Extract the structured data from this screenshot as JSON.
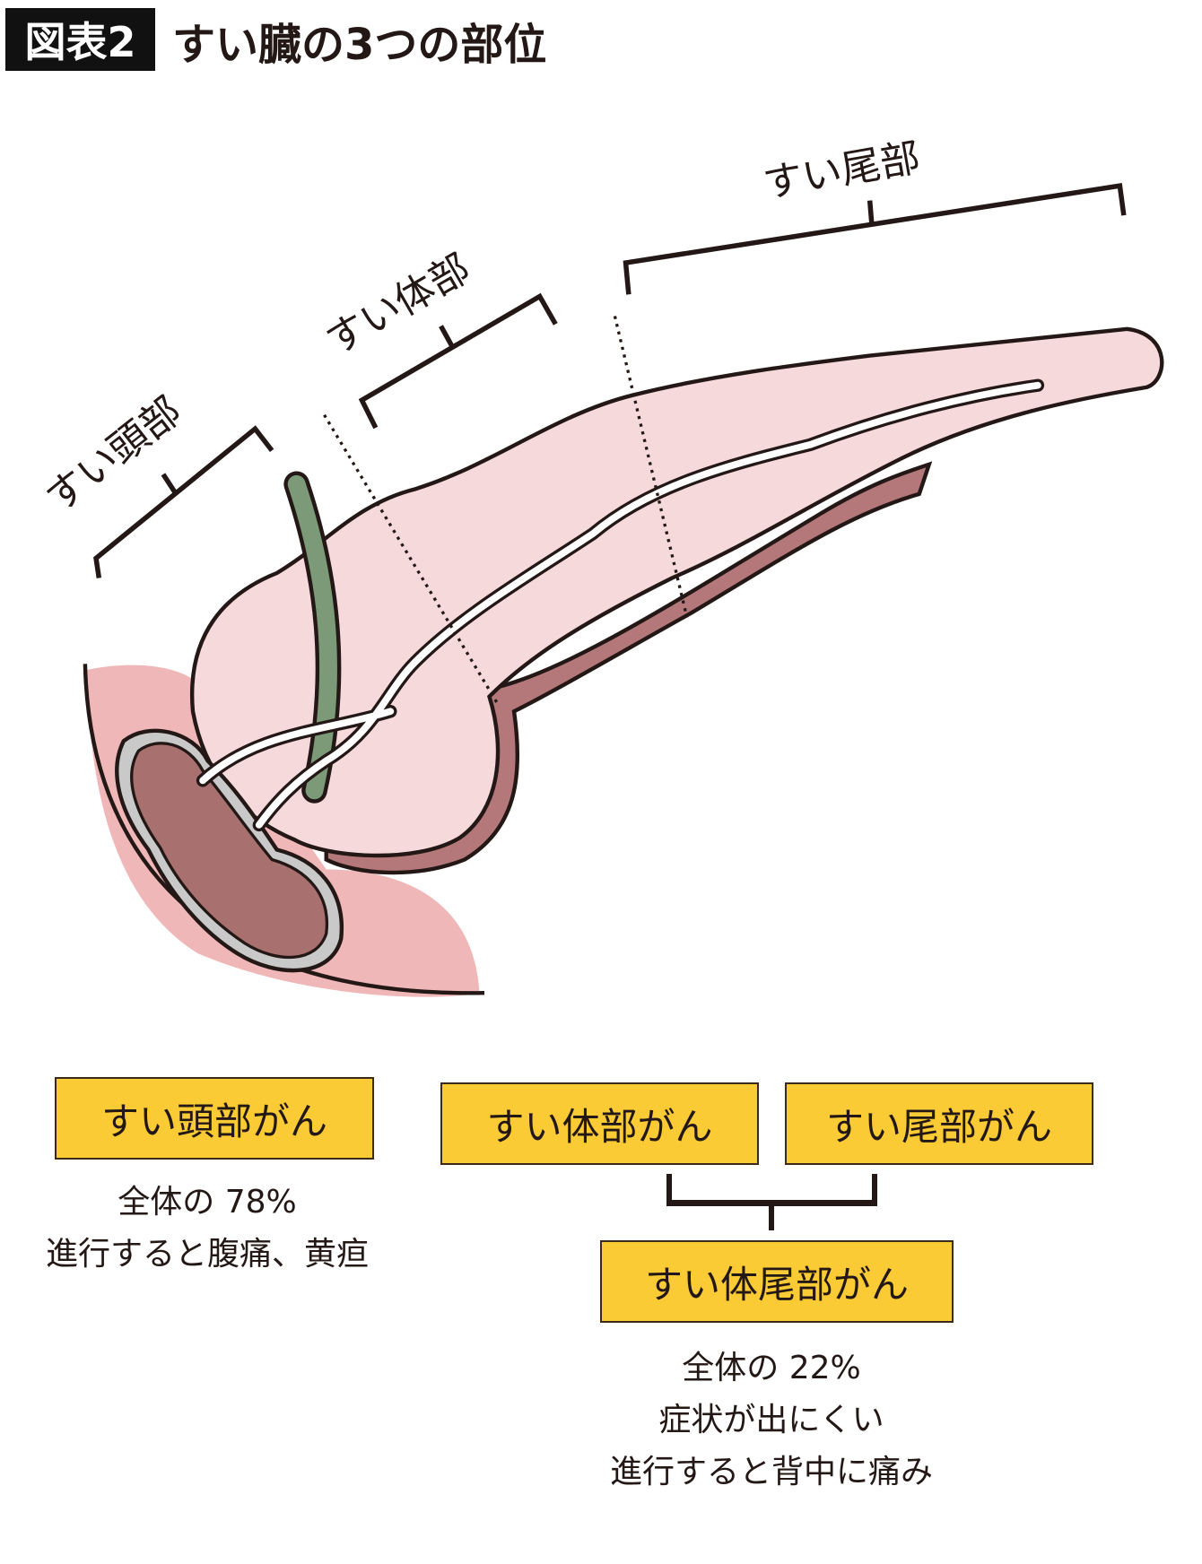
{
  "header": {
    "figure_label": "図表2",
    "title": "すい臓の3つの部位"
  },
  "regions": {
    "head": "すい頭部",
    "body": "すい体部",
    "tail": "すい尾部"
  },
  "cancer_types": {
    "head": {
      "label": "すい頭部がん",
      "share": "全体の 78%",
      "symptom": "進行すると腹痛、黄疸"
    },
    "body": {
      "label": "すい体部がん"
    },
    "tail": {
      "label": "すい尾部がん"
    },
    "body_tail": {
      "label": "すい体尾部がん",
      "share": "全体の 22%",
      "symptom1": "症状が出にくい",
      "symptom2": "進行すると背中に痛み"
    }
  },
  "colors": {
    "pancreas": "#f6d9da",
    "pancreas_under": "#b5787a",
    "duodenum": "#a8706f",
    "background_organ": "#efb7b8",
    "bile_duct": "#7d9a78",
    "box": "#fbcb35"
  }
}
